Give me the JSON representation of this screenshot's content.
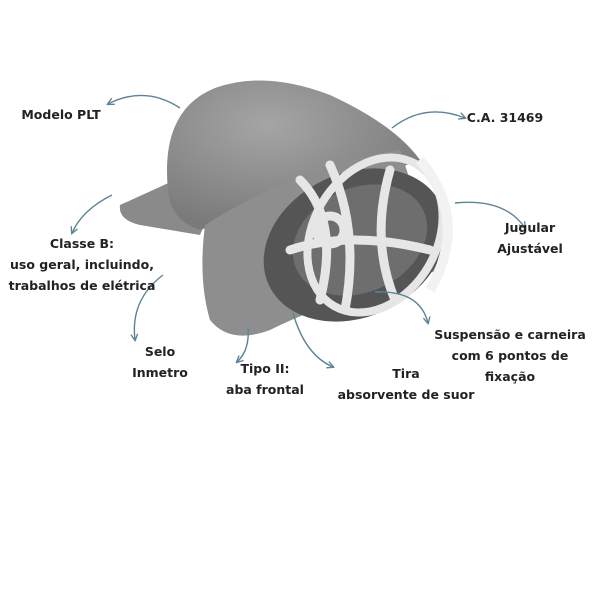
{
  "colors": {
    "helmet": "#8c8c8c",
    "helmet_dark": "#5e5e5e",
    "suspension": "#e4e4e4",
    "arrow": "#5d8394",
    "text": "#222222"
  },
  "labels": {
    "modelo": [
      "Modelo PLT"
    ],
    "ca": [
      "C.A. 31469"
    ],
    "jugular": [
      "Jugular",
      "Ajustável"
    ],
    "classe": [
      "Classe B:",
      "uso geral, incluindo,",
      "trabalhos de elétrica"
    ],
    "selo": [
      "Selo",
      "Inmetro"
    ],
    "tipo": [
      "Tipo II:",
      "aba frontal"
    ],
    "tira": [
      "Tira",
      "absorvente de suor"
    ],
    "suspensao": [
      "Suspensão e carneira",
      "com 6 pontos de",
      "fixação"
    ]
  }
}
